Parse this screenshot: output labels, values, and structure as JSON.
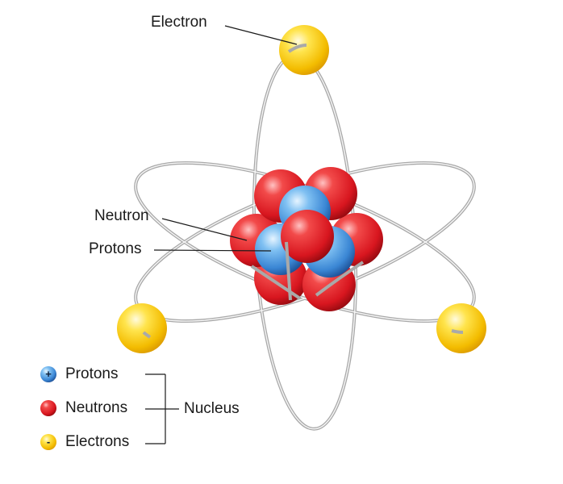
{
  "labels": {
    "electron": "Electron",
    "neutron": "Neutron",
    "protons": "Protons"
  },
  "legend": {
    "items": [
      {
        "label": "Protons",
        "symbol": "+",
        "icon": "proton-icon",
        "color": "#3f86d6"
      },
      {
        "label": "Neutrons",
        "symbol": "",
        "icon": "neutron-icon",
        "color": "#e0202a"
      },
      {
        "label": "Electrons",
        "symbol": "-",
        "icon": "electron-icon",
        "color": "#f5c400"
      }
    ],
    "group_label": "Nucleus"
  },
  "colors": {
    "orbit": "#a9a9a9",
    "electron": "#f5c400",
    "neutron": "#e0202a",
    "proton": "#3f86d6",
    "leader_line": "#1a1a1a"
  }
}
